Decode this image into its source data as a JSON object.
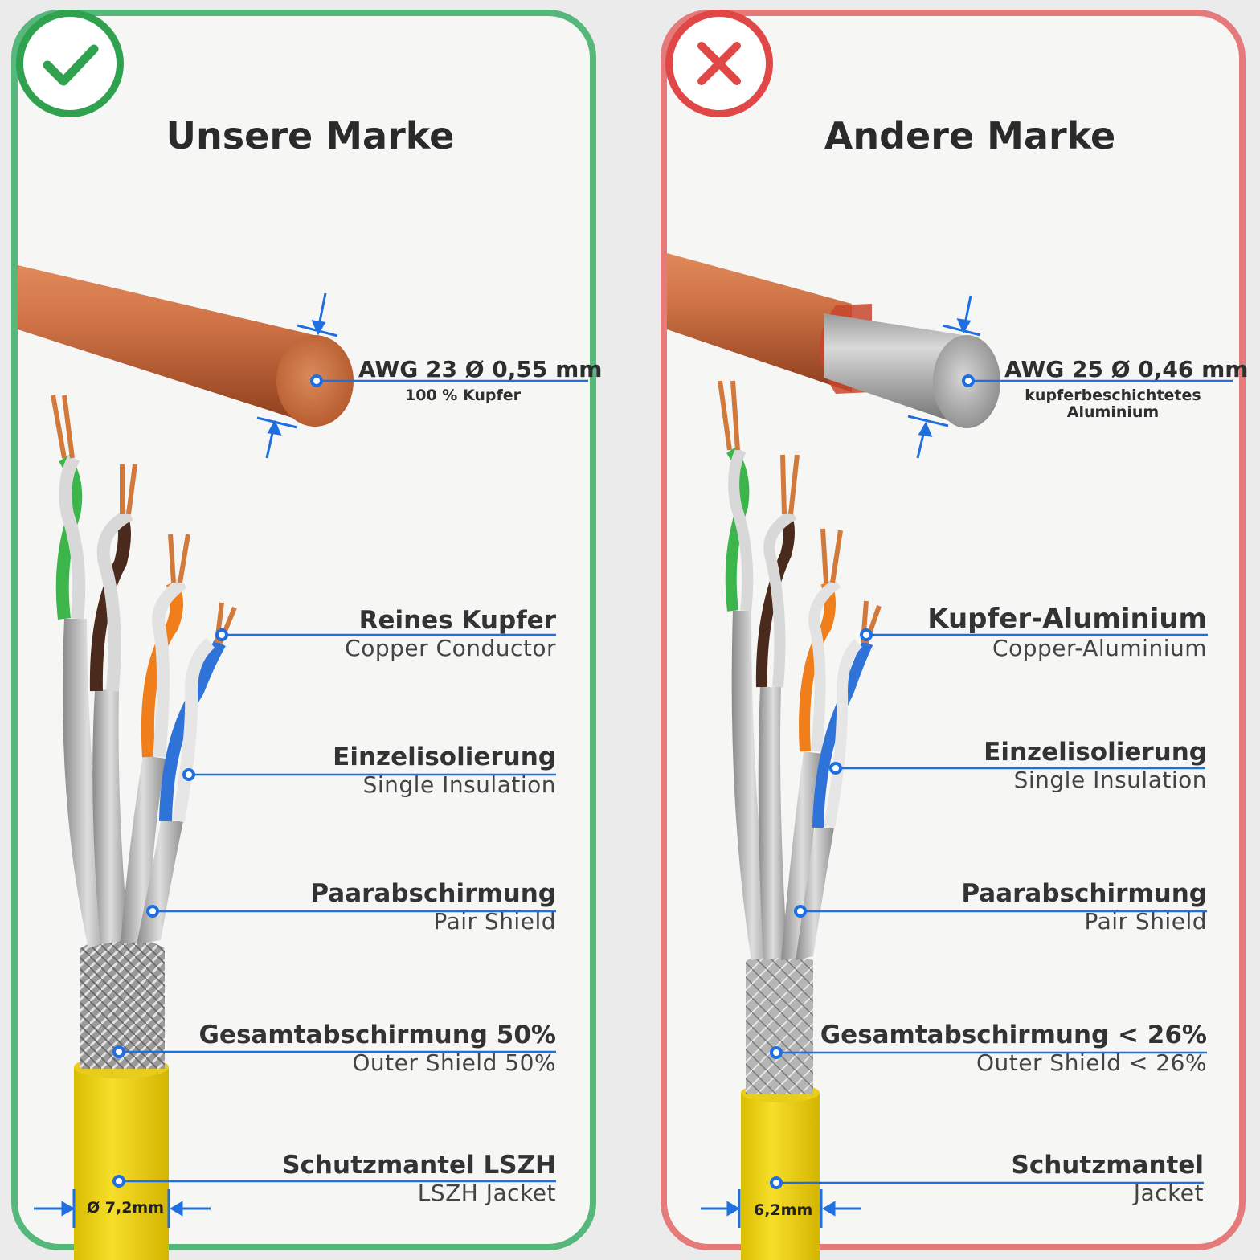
{
  "left": {
    "title": "Unsere Marke",
    "verdict_icon": "checkmark-icon",
    "color": "#2fa14f",
    "awg": {
      "main": "AWG 23 Ø 0,55 mm",
      "sub": "100 % Kupfer"
    },
    "labels": [
      {
        "main": "Reines Kupfer",
        "sub": "Copper Conductor"
      },
      {
        "main": "Einzelisolierung",
        "sub": "Single Insulation"
      },
      {
        "main": "Paarabschirmung",
        "sub": "Pair Shield"
      },
      {
        "main": "Gesamtabschirmung 50%",
        "sub": "Outer Shield 50%"
      },
      {
        "main": "Schutzmantel LSZH",
        "sub": "LSZH Jacket"
      }
    ],
    "diameter": "Ø 7,2mm"
  },
  "right": {
    "title": "Andere Marke",
    "verdict_icon": "cross-icon",
    "color": "#e04848",
    "awg": {
      "main": "AWG 25 Ø 0,46 mm",
      "sub": "kupferbeschichtetes Aluminium"
    },
    "labels": [
      {
        "main": "Kupfer-Aluminium",
        "sub": "Copper-Aluminium"
      },
      {
        "main": "Einzelisolierung",
        "sub": "Single Insulation"
      },
      {
        "main": "Paarabschirmung",
        "sub": "Pair Shield"
      },
      {
        "main": "Gesamtabschirmung < 26%",
        "sub": "Outer Shield < 26%"
      },
      {
        "main": "Schutzmantel",
        "sub": "Jacket"
      }
    ],
    "diameter": "6,2mm"
  },
  "colors": {
    "callout_line": "#1f6fe0",
    "cable_jacket": "#f2d619",
    "copper": "#c8643a"
  }
}
